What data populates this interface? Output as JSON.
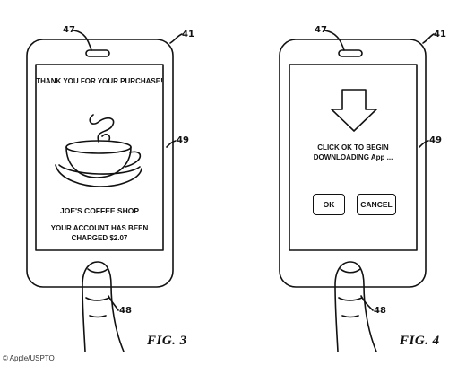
{
  "fig3": {
    "ref_earpiece": "47",
    "ref_device": "41",
    "ref_display": "49",
    "ref_finger": "48",
    "title": "THANK YOU FOR YOUR PURCHASE!",
    "shop_name": "JOE'S COFFEE SHOP",
    "charge_line1": "YOUR ACCOUNT HAS BEEN",
    "charge_line2": "CHARGED $2.07",
    "fig_label": "FIG. 3"
  },
  "fig4": {
    "ref_earpiece": "47",
    "ref_device": "41",
    "ref_display": "49",
    "ref_finger": "48",
    "message_line1": "CLICK OK TO BEGIN",
    "message_line2": "DOWNLOADING App ...",
    "ok_label": "OK",
    "cancel_label": "CANCEL",
    "fig_label": "FIG. 4"
  },
  "credit": "© Apple/USPTO",
  "icons": {
    "fig3_graphic": "coffee-cup-icon",
    "fig4_graphic": "down-arrow-icon"
  }
}
